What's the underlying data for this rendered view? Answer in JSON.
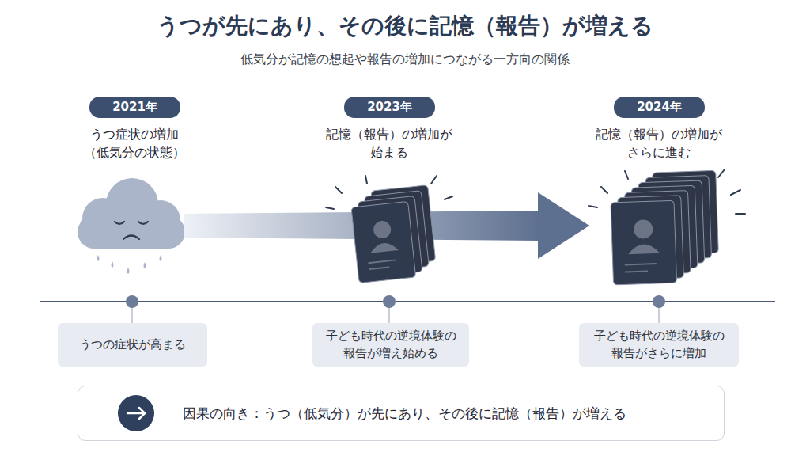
{
  "diagram": {
    "title": "うつが先にあり、その後に記憶（報告）が増える",
    "nodes": [
      {
        "text": [
          "2021年"
        ]
      },
      {
        "text": [
          "2023年"
        ]
      },
      {
        "text": [
          "2024年"
        ]
      },
      {
        "text": [
          "うつの症状が高まる"
        ]
      },
      {
        "text": [
          "子ども時代の逆境体験の 報告が増え始める"
        ]
      },
      {
        "text": [
          "子ども時代の逆境体験の 報告がさらに増加"
        ]
      },
      {
        "text": [
          "因果の向き：うつ（低気分）が先にあり、その後に記憶（報告）が増える"
        ]
      }
    ],
    "labels": [
      "低気分が記憶の想起や報告の増加につながる一方向の関係",
      "うつ症状の増加 （低気分の状態）",
      "記憶（報告）の増加が 始まる",
      "記憶（報告）の増加が さらに進む"
    ]
  }
}
